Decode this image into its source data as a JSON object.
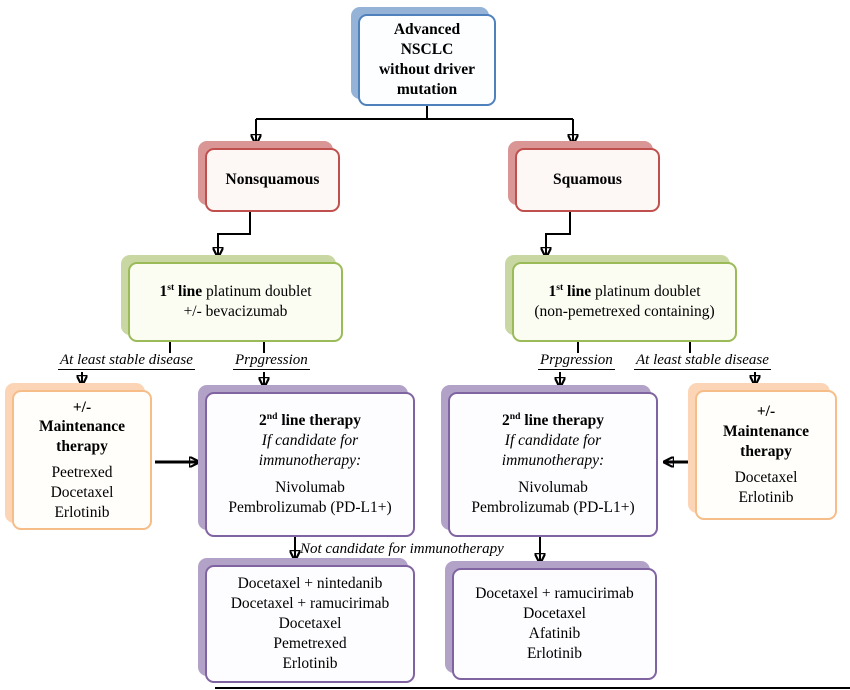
{
  "figure": {
    "root": {
      "text": "Advanced\nNSCLC\nwithout driver\nmutation"
    },
    "nonsquamous": {
      "label": "Nonsquamous"
    },
    "squamous": {
      "label": "Squamous"
    },
    "first_line_left": {
      "num": "1",
      "sup": "st",
      "bold_rest": " line",
      "rest": " platinum doublet",
      "line2": "+/- bevacizumab"
    },
    "first_line_right": {
      "num": "1",
      "sup": "st",
      "bold_rest": " line",
      "rest": " platinum doublet",
      "line2": "(non-pemetrexed containing)"
    },
    "maintenance_left": {
      "header": "+/-\nMaintenance therapy",
      "drugs": "Peetrexed\nDocetaxel\nErlotinib"
    },
    "maintenance_right": {
      "header": "+/-\nMaintenance therapy",
      "drugs": "Docetaxel\nErlotinib"
    },
    "second_line_left": {
      "num": "2",
      "sup": "nd",
      "bold_rest": " line therapy",
      "condition": "If candidate for\nimmunotherapy:",
      "drugs": "Nivolumab\nPembrolizumab (PD-L1+)"
    },
    "second_line_right": {
      "num": "2",
      "sup": "nd",
      "bold_rest": " line therapy",
      "condition": "If candidate for\nimmunotherapy:",
      "drugs": "Nivolumab\nPembrolizumab (PD-L1+)"
    },
    "third_line_left": {
      "drugs": "Docetaxel + nintedanib\nDocetaxel + ramucirimab\nDocetaxel\nPemetrexed\nErlotinib"
    },
    "third_line_right": {
      "drugs": "Docetaxel + ramucirimab\nDocetaxel\nAfatinib\nErlotinib"
    }
  },
  "edge_labels": {
    "stable_left": "At least stable disease",
    "progression_left": "Prpgression",
    "progression_right": "Prpgression",
    "stable_right": "At least stable disease",
    "not_candidate": "Not candidate for immunotherapy"
  },
  "colors": {
    "blue_shadow": "#95b3d7",
    "blue_border": "#4f81bd",
    "pink_shadow": "#d99694",
    "pink_border": "#c0504d",
    "green_shadow": "#c9d8a2",
    "green_border": "#9bbb59",
    "tan_shadow": "#fbd5b5",
    "tan_border": "#f6bd89",
    "purple_shadow": "#b2a2c7",
    "purple_border": "#8064a2",
    "arrow": "#000000"
  }
}
